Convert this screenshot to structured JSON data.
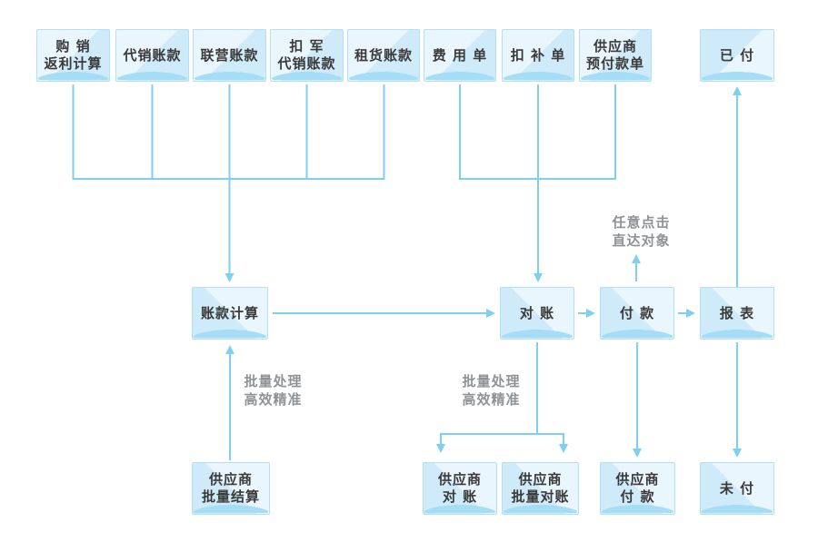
{
  "colors": {
    "line": "#7ed0f3",
    "box_border": "#b2e0f5",
    "box_light": "#eaf6fd",
    "box_medium": "#cfeaf8",
    "box_arc": "#a6ddf6",
    "text": "#3a3a3a",
    "annotation": "#909396"
  },
  "nodes": {
    "purchase_rebate": {
      "line1": "购 销",
      "line2": "返利计算"
    },
    "consignment": {
      "line1": "代销账款"
    },
    "joint_operation": {
      "line1": "联营账款"
    },
    "deduction_consignment": {
      "line1": "扣 军",
      "line2": "代销账款"
    },
    "rental": {
      "line1": "租货账款"
    },
    "expense_bill": {
      "line1": "费 用 单"
    },
    "deduction_bill": {
      "line1": "扣 补 单"
    },
    "supplier_prepayment": {
      "line1": "供应商",
      "line2": "预付款单"
    },
    "paid": {
      "line1": "已 付"
    },
    "account_calc": {
      "line1": "账款计算"
    },
    "reconciliation": {
      "line1": "对 账"
    },
    "payment": {
      "line1": "付 款"
    },
    "report": {
      "line1": "报 表"
    },
    "supplier_batch_settle": {
      "line1": "供应商",
      "line2": "批量结算"
    },
    "supplier_reconcile": {
      "line1": "供应商",
      "line2": "对 账"
    },
    "supplier_batch_reconcile": {
      "line1": "供应商",
      "line2": "批量对账"
    },
    "supplier_payment": {
      "line1": "供应商",
      "line2": "付 款"
    },
    "unpaid": {
      "line1": "未 付"
    }
  },
  "annotations": {
    "click_anywhere": {
      "line1": "任意点击",
      "line2": "直达对象"
    },
    "batch_left": {
      "line1": "批量处理",
      "line2": "高效精准"
    },
    "batch_right": {
      "line1": "批量处理",
      "line2": "高效精准"
    }
  }
}
